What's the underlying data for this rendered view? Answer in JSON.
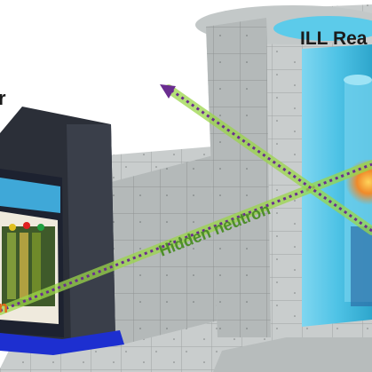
{
  "labels": {
    "reactor": "ILL Rea",
    "detector_fragment": "r",
    "beam": "Hidden neutron",
    "core_fragment": "n"
  },
  "colors": {
    "concrete": "#c9cdcd",
    "concrete_dark": "#a9aeae",
    "water": "#4fc3e6",
    "water_light": "#8fdcf3",
    "beam": "#9bd64a",
    "beam_core": "#6a2d8f",
    "beam_text": "#4e8f2a",
    "shield": "#2b2f38",
    "shield_blue": "#1d2fd0",
    "core_glow": "#f08a2a"
  },
  "icons": [
    "arrow-head-icon"
  ]
}
